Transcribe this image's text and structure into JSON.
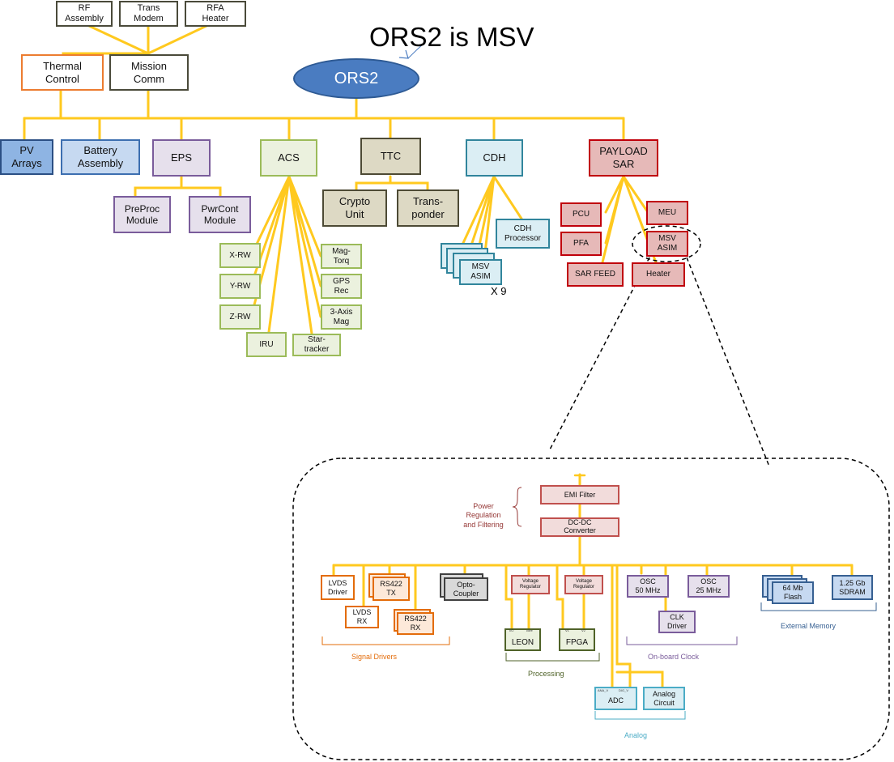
{
  "headline": "ORS2 is MSV",
  "root": "ORS2",
  "top": {
    "rf_assembly": "RF\nAssembly",
    "trans_modem": "Trans\nModem",
    "rfa_heater": "RFA\nHeater",
    "thermal_control": "Thermal\nControl",
    "mission_comm": "Mission\nComm"
  },
  "subsystems": {
    "pv_arrays": "PV\nArrays",
    "battery_assembly": "Battery\nAssembly",
    "eps": "EPS",
    "acs": "ACS",
    "ttc": "TTC",
    "cdh": "CDH",
    "payload_sar": "PAYLOAD\nSAR"
  },
  "eps_children": {
    "preproc": "PreProc\nModule",
    "pwrcont": "PwrCont\nModule"
  },
  "acs_children": {
    "x_rw": "X-RW",
    "y_rw": "Y-RW",
    "z_rw": "Z-RW",
    "iru": "IRU",
    "star_tracker": "Star-\ntracker",
    "mag_torq": "Mag-\nTorq",
    "gps_rec": "GPS\nRec",
    "three_axis_mag": "3-Axis\nMag"
  },
  "ttc_children": {
    "crypto_unit": "Crypto\nUnit",
    "transponder": "Trans-\nponder"
  },
  "cdh_children": {
    "msv_asim": "MSV\nASIM",
    "multiplier": "X 9",
    "cdh_processor": "CDH\nProcessor"
  },
  "payload_children": {
    "pcu": "PCU",
    "pfa": "PFA",
    "sar_feed": "SAR FEED",
    "meu": "MEU",
    "msv_asim": "MSV\nASIM",
    "heater": "Heater"
  },
  "detail": {
    "power_label": "Power\nRegulation\nand Filtering",
    "emi_filter": "EMI Filter",
    "dc_dc_converter": "DC-DC\nConverter",
    "lvds_driver": "LVDS\nDriver",
    "lvds_rx": "LVDS\nRX",
    "rs422_tx": "RS422\nTX",
    "rs422_rx": "RS422\nRX",
    "opto_coupler": "Opto-\nCoupler",
    "voltage_regulator_1": "Voltage\nRegulator",
    "voltage_regulator_2": "Voltage\nRegulator",
    "leon": "LEON",
    "leon_pin_io": "I/O",
    "leon_pin_core": "core",
    "fpga": "FPGA",
    "fpga_pin_left": "V1",
    "fpga_pin_right": "V2",
    "osc_50": "OSC\n50 MHz",
    "osc_25": "OSC\n25 MHz",
    "clk_driver": "CLK\nDriver",
    "flash": "64 Mb\nFlash",
    "sdram": "1.25 Gb\nSDRAM",
    "adc": "ADC",
    "adc_pin_left": "ANA_V",
    "adc_pin_right": "DIG_V",
    "analog_circuit": "Analog\nCircuit",
    "group_signal_drivers": "Signal Drivers",
    "group_processing": "Processing",
    "group_onboard_clock": "On-board Clock",
    "group_external_memory": "External Memory",
    "group_analog": "Analog"
  },
  "palette": {
    "wire": "#ffc91f",
    "root_fill": "#4a7cc1",
    "root_stroke": "#2e5a94",
    "thermal_stroke": "#ec7c30",
    "neutral_stroke": "#4a4a3a",
    "pv_fill": "#8eb4e3",
    "pv_stroke": "#2b4f84",
    "battery_fill": "#c6d9f1",
    "battery_stroke": "#3d6fb0",
    "eps_fill": "#e6e0ec",
    "eps_stroke": "#7a5c9b",
    "acs_fill": "#ebf1de",
    "acs_stroke": "#9bbb59",
    "ttc_fill": "#ddd9c4",
    "ttc_stroke": "#4d4a35",
    "cdh_fill": "#dbeef4",
    "cdh_stroke": "#31859c",
    "sar_fill": "#e6b9b8",
    "sar_stroke": "#c0000b",
    "emi_fill": "#f2dcdb",
    "emi_stroke": "#c0504d",
    "orange_text": "#e36c0a",
    "purple_text": "#7a5c9b",
    "green_text": "#4f6228",
    "blue_text": "#376092",
    "cyan_text": "#4bacc6",
    "power_text": "#953735"
  }
}
